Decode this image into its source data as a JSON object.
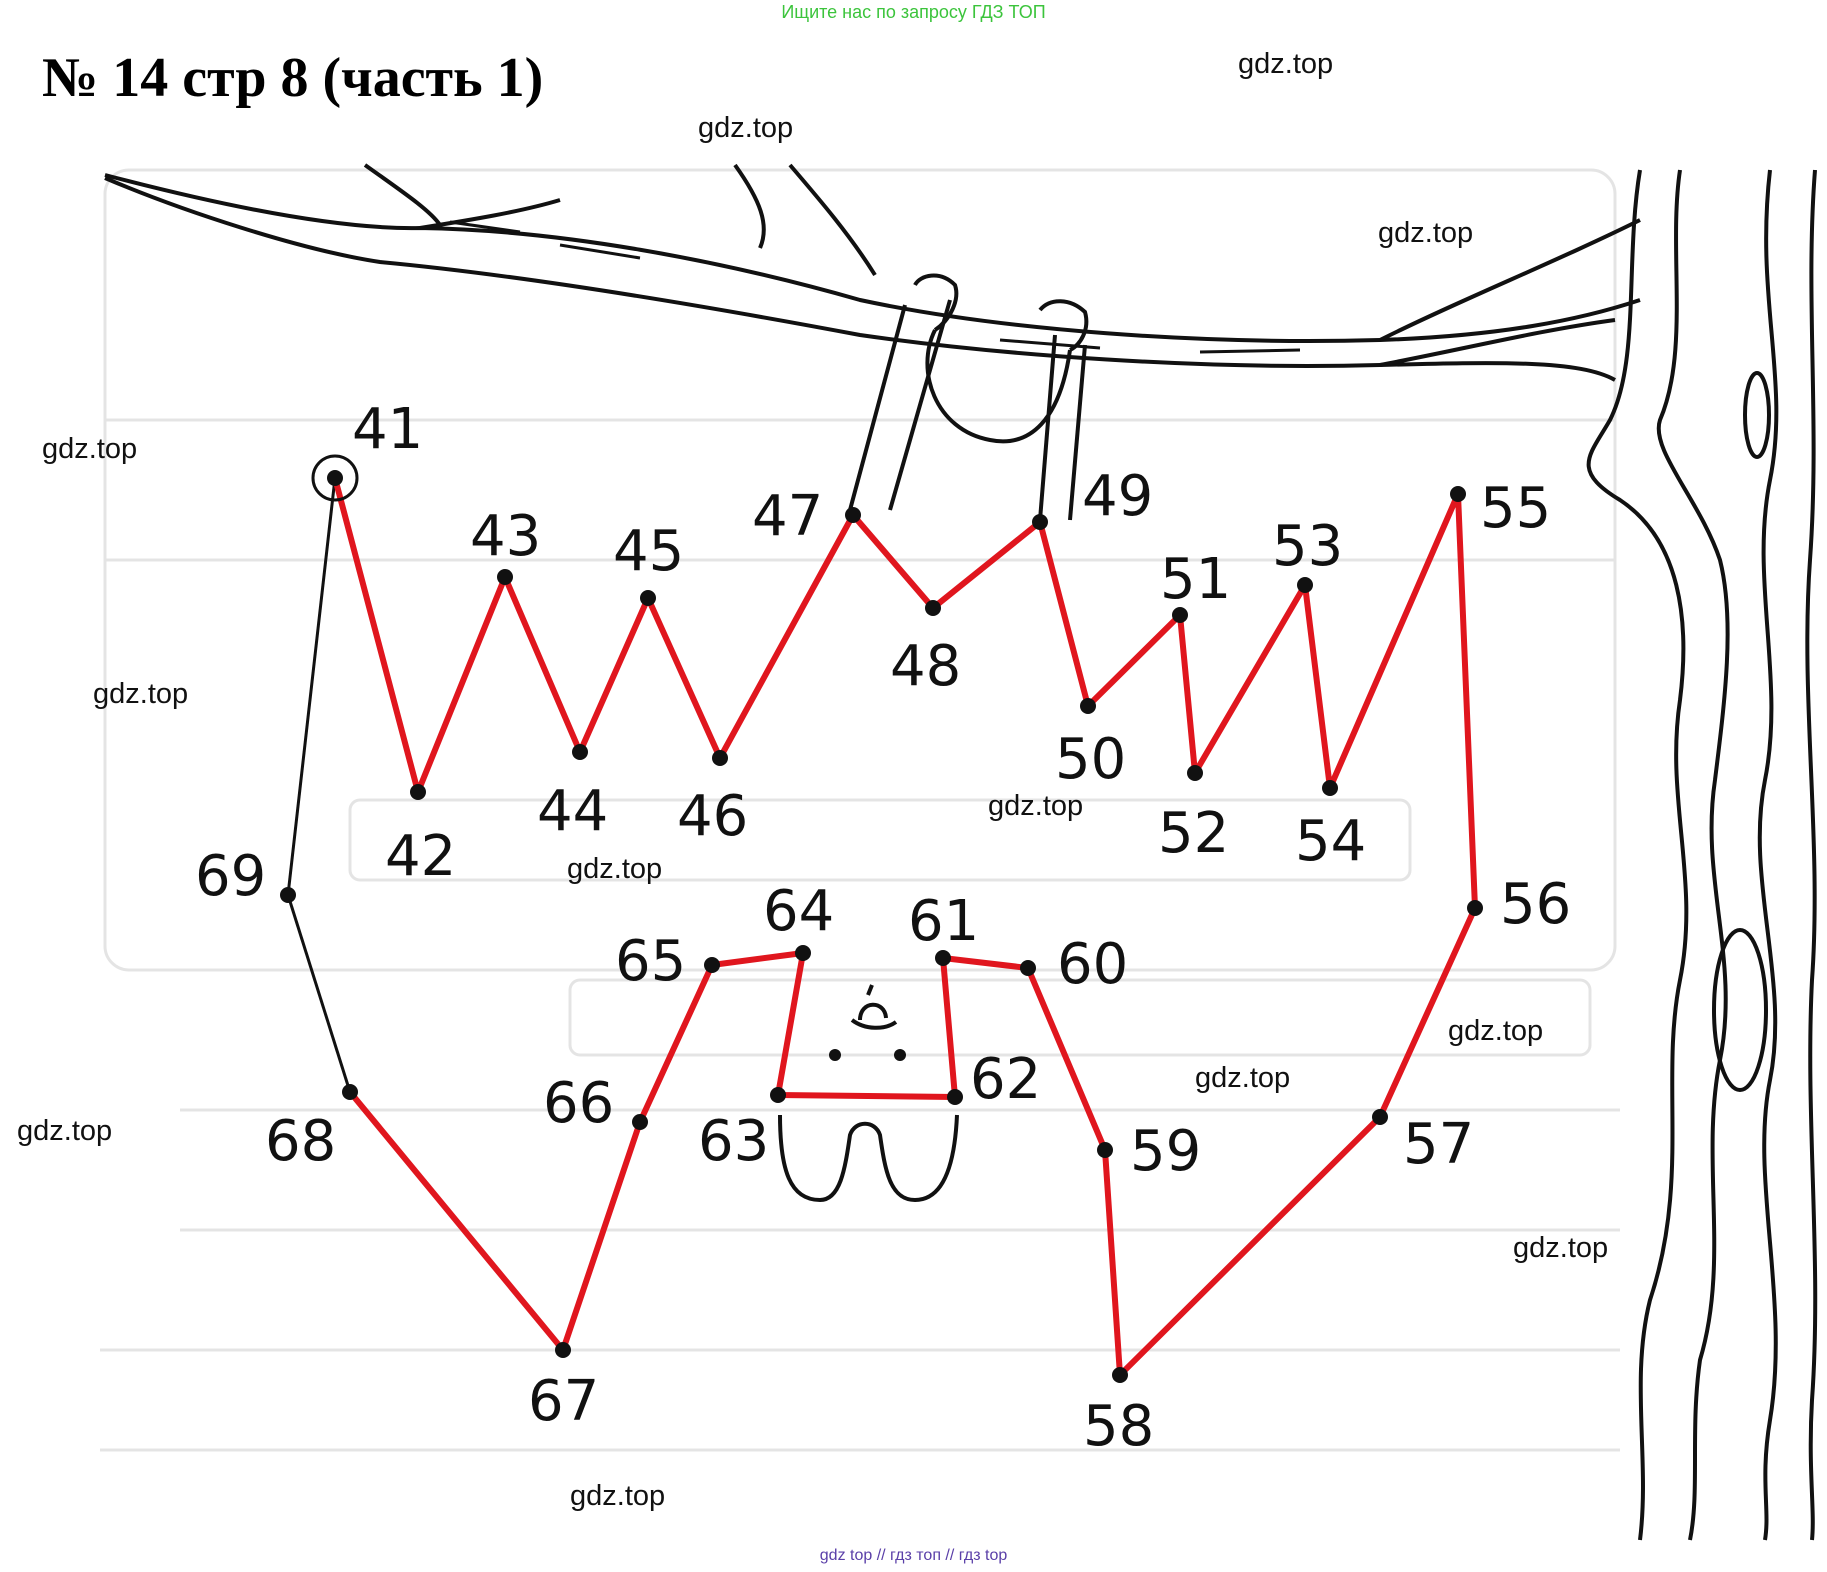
{
  "banner": "Ищите нас по запросу ГДЗ ТОП",
  "title": "№ 14 стр 8 (часть 1)",
  "watermark": "gdz.top",
  "footer": "gdz top  //  гдз топ  //  гдз top",
  "colors": {
    "path": "#e0161e",
    "banner": "#3cc43c",
    "footer": "#5a3fa8",
    "ink": "#111111"
  },
  "dots": [
    {
      "n": "41"
    },
    {
      "n": "42"
    },
    {
      "n": "43"
    },
    {
      "n": "44"
    },
    {
      "n": "45"
    },
    {
      "n": "46"
    },
    {
      "n": "47"
    },
    {
      "n": "48"
    },
    {
      "n": "49"
    },
    {
      "n": "50"
    },
    {
      "n": "51"
    },
    {
      "n": "52"
    },
    {
      "n": "53"
    },
    {
      "n": "54"
    },
    {
      "n": "55"
    },
    {
      "n": "56"
    },
    {
      "n": "57"
    },
    {
      "n": "58"
    },
    {
      "n": "59"
    },
    {
      "n": "60"
    },
    {
      "n": "61"
    },
    {
      "n": "62"
    },
    {
      "n": "63"
    },
    {
      "n": "64"
    },
    {
      "n": "65"
    },
    {
      "n": "66"
    },
    {
      "n": "67"
    },
    {
      "n": "68"
    },
    {
      "n": "69"
    }
  ]
}
